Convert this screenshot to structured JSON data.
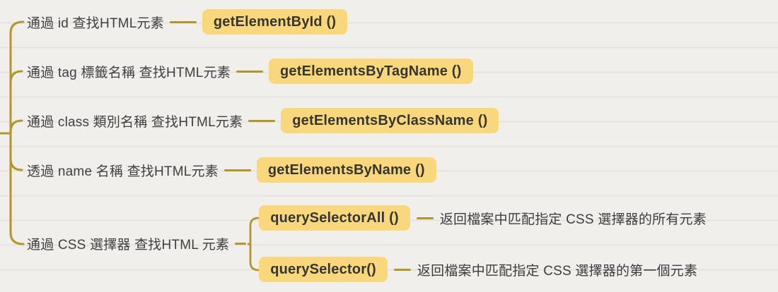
{
  "diagram": {
    "type": "mindmap",
    "colors": {
      "connector": "#b1962c",
      "node_highlight": "#f9d87d",
      "node_text": "#37352f",
      "topic_text": "#404040",
      "background": "#f1efec"
    },
    "branches": [
      {
        "label": "通過 id 查找HTML元素",
        "method": "getElementById ()"
      },
      {
        "label": "通過 tag 標籤名稱 查找HTML元素",
        "method": "getElementsByTagName ()"
      },
      {
        "label": "通過 class 類別名稱 查找HTML元素",
        "method": "getElementsByClassName ()"
      },
      {
        "label": "透過 name 名稱 查找HTML元素",
        "method": "getElementsByName ()"
      },
      {
        "label": "通過 CSS 選擇器 查找HTML 元素",
        "children": [
          {
            "method": "querySelectorAll ()",
            "description": "返回檔案中匹配指定 CSS 選擇器的所有元素"
          },
          {
            "method": "querySelector()",
            "description": "返回檔案中匹配指定 CSS 選擇器的第一個元素"
          }
        ]
      }
    ]
  }
}
